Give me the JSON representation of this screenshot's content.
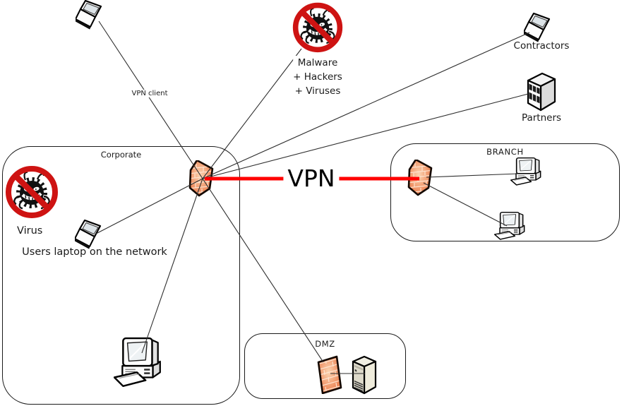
{
  "diagram_type": "network-security-diagram",
  "regions": [
    {
      "id": "corporate",
      "label": "Corporate"
    },
    {
      "id": "branch",
      "label": "BRANCH"
    },
    {
      "id": "dmz",
      "label": "DMZ"
    }
  ],
  "labels": {
    "vpn_client": "VPN client",
    "malware_line1": "Malware",
    "malware_line2": "+ Hackers",
    "malware_line3": "+ Viruses",
    "contractors": "Contractors",
    "partners": "Partners",
    "virus": "Virus",
    "users_laptop": "Users laptop on the network",
    "vpn": "VPN"
  },
  "nodes": [
    {
      "id": "vpn-client-laptop",
      "icon": "laptop",
      "label": "VPN client",
      "region": null
    },
    {
      "id": "malware-blocked",
      "icon": "no-sign-virus",
      "label": "Malware + Hackers + Viruses",
      "region": null
    },
    {
      "id": "contractors-laptop",
      "icon": "laptop",
      "label": "Contractors",
      "region": null
    },
    {
      "id": "partners-server",
      "icon": "rack-server",
      "label": "Partners",
      "region": null
    },
    {
      "id": "corporate-firewall",
      "icon": "firewall-3d",
      "label": "",
      "region": "corporate"
    },
    {
      "id": "virus-blocked",
      "icon": "no-sign-virus",
      "label": "Virus",
      "region": "corporate"
    },
    {
      "id": "users-laptop",
      "icon": "laptop",
      "label": "Users laptop on the network",
      "region": "corporate"
    },
    {
      "id": "corporate-desktop",
      "icon": "desktop-computer",
      "label": "",
      "region": "corporate"
    },
    {
      "id": "branch-firewall",
      "icon": "firewall-3d",
      "label": "",
      "region": "branch"
    },
    {
      "id": "branch-desktop-1",
      "icon": "desktop-computer",
      "label": "",
      "region": "branch"
    },
    {
      "id": "branch-desktop-2",
      "icon": "desktop-computer",
      "label": "",
      "region": "branch"
    },
    {
      "id": "dmz-firewall",
      "icon": "firewall-wall",
      "label": "",
      "region": "dmz"
    },
    {
      "id": "dmz-server",
      "icon": "tower-server",
      "label": "",
      "region": "dmz"
    }
  ],
  "edges": [
    {
      "from": "vpn-client-laptop",
      "to": "corporate-firewall",
      "label": "VPN client"
    },
    {
      "from": "corporate-firewall",
      "to": "malware-blocked",
      "label": ""
    },
    {
      "from": "corporate-firewall",
      "to": "contractors-laptop",
      "label": ""
    },
    {
      "from": "corporate-firewall",
      "to": "partners-server",
      "label": ""
    },
    {
      "from": "corporate-firewall",
      "to": "users-laptop",
      "label": ""
    },
    {
      "from": "corporate-firewall",
      "to": "corporate-desktop",
      "label": ""
    },
    {
      "from": "corporate-firewall",
      "to": "dmz-firewall",
      "label": ""
    },
    {
      "from": "branch-firewall",
      "to": "branch-desktop-1",
      "label": ""
    },
    {
      "from": "branch-firewall",
      "to": "branch-desktop-2",
      "label": ""
    },
    {
      "from": "dmz-firewall",
      "to": "dmz-server",
      "label": ""
    },
    {
      "from": "corporate-firewall",
      "to": "branch-firewall",
      "label": "VPN",
      "type": "vpn"
    }
  ],
  "colors": {
    "vpn_line": "#ff0000",
    "prohibition_sign": "#ce1312",
    "firewall_brick": "#f2a075",
    "connector": "#2e2e2e",
    "background": "#ffffff"
  }
}
